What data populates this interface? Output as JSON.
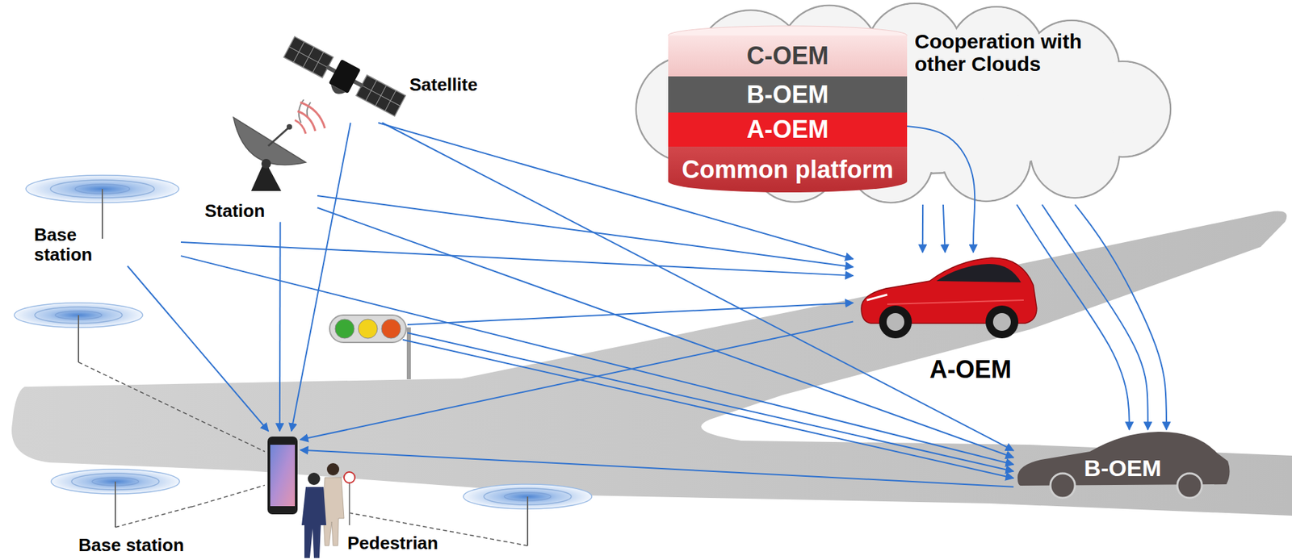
{
  "diagram": {
    "nodes": [
      {
        "text": [
          "Satellite"
        ]
      },
      {
        "text": [
          "Station"
        ]
      },
      {
        "text": [
          "Base station"
        ]
      },
      {
        "text": [
          "Cooperation with other Clouds"
        ]
      },
      {
        "text": [
          "C-OEM"
        ],
        "in": 3
      },
      {
        "text": [
          "B-OEM"
        ],
        "in": 3
      },
      {
        "text": [
          "A-OEM"
        ],
        "in": 3
      },
      {
        "text": [
          "Common platform"
        ],
        "in": 3
      },
      {
        "text": [
          "A-OEM"
        ]
      },
      {
        "text": [
          "B-OEM"
        ]
      },
      {
        "text": [
          "Pedestrian"
        ]
      },
      {
        "text": [
          "Base station"
        ]
      }
    ],
    "edges": [
      {
        "from": 0,
        "to": 8,
        "arrow": "to"
      },
      {
        "from": 0,
        "to": 9,
        "arrow": "to"
      },
      {
        "from": 0,
        "to": 10,
        "arrow": "to"
      },
      {
        "from": 1,
        "to": 8,
        "arrow": "to"
      },
      {
        "from": 1,
        "to": 9,
        "arrow": "to"
      },
      {
        "from": 1,
        "to": 10,
        "arrow": "to"
      },
      {
        "from": 2,
        "to": 8,
        "arrow": "to"
      },
      {
        "from": 2,
        "to": 9,
        "arrow": "to"
      },
      {
        "from": 2,
        "to": 10,
        "arrow": "to"
      },
      {
        "from": 6,
        "to": 8,
        "arrow": "to"
      },
      {
        "from": 3,
        "to": 8,
        "arrow": "to"
      },
      {
        "from": 3,
        "to": 8,
        "arrow": "to"
      },
      {
        "from": 3,
        "to": 9,
        "arrow": "to"
      },
      {
        "from": 3,
        "to": 9,
        "arrow": "to"
      },
      {
        "from": 3,
        "to": 9,
        "arrow": "to"
      },
      {
        "from": 8,
        "to": 10,
        "arrow": "to"
      },
      {
        "from": 9,
        "to": 10,
        "arrow": "to"
      },
      {
        "from": 11,
        "to": 10,
        "arrow": "none"
      }
    ]
  }
}
